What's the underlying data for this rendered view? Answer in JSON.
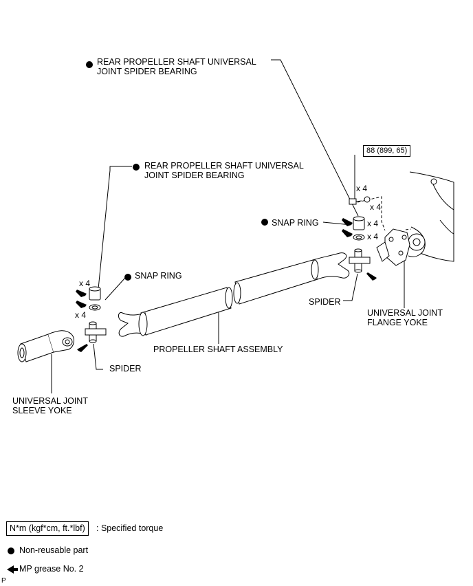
{
  "labels": {
    "rear_bearing_top": [
      "REAR PROPELLER SHAFT UNIVERSAL",
      "JOINT SPIDER BEARING"
    ],
    "rear_bearing_mid": [
      "REAR PROPELLER SHAFT UNIVERSAL",
      "JOINT SPIDER BEARING"
    ],
    "snap_ring_right": "SNAP RING",
    "snap_ring_left": "SNAP RING",
    "spider_left": "SPIDER",
    "spider_right": "SPIDER",
    "propeller_shaft": "PROPELLER SHAFT ASSEMBLY",
    "sleeve_yoke": [
      "UNIVERSAL JOINT",
      "SLEEVE YOKE"
    ],
    "flange_yoke": [
      "UNIVERSAL JOINT",
      "FLANGE YOKE"
    ],
    "torque_value": "88 (899, 65)"
  },
  "quantities": {
    "left_bearing": "x 4",
    "left_snap": "x 4",
    "right_bolt": "x 4",
    "right_nut": "x 4",
    "right_bearing": "x 4",
    "right_snap": "x 4"
  },
  "legend": {
    "torque_unit": "N*m (kgf*cm, ft.*lbf)",
    "torque_desc": ": Specified torque",
    "non_reusable": "Non-reusable part",
    "grease": "MP grease No. 2"
  },
  "corner_mark": "P"
}
